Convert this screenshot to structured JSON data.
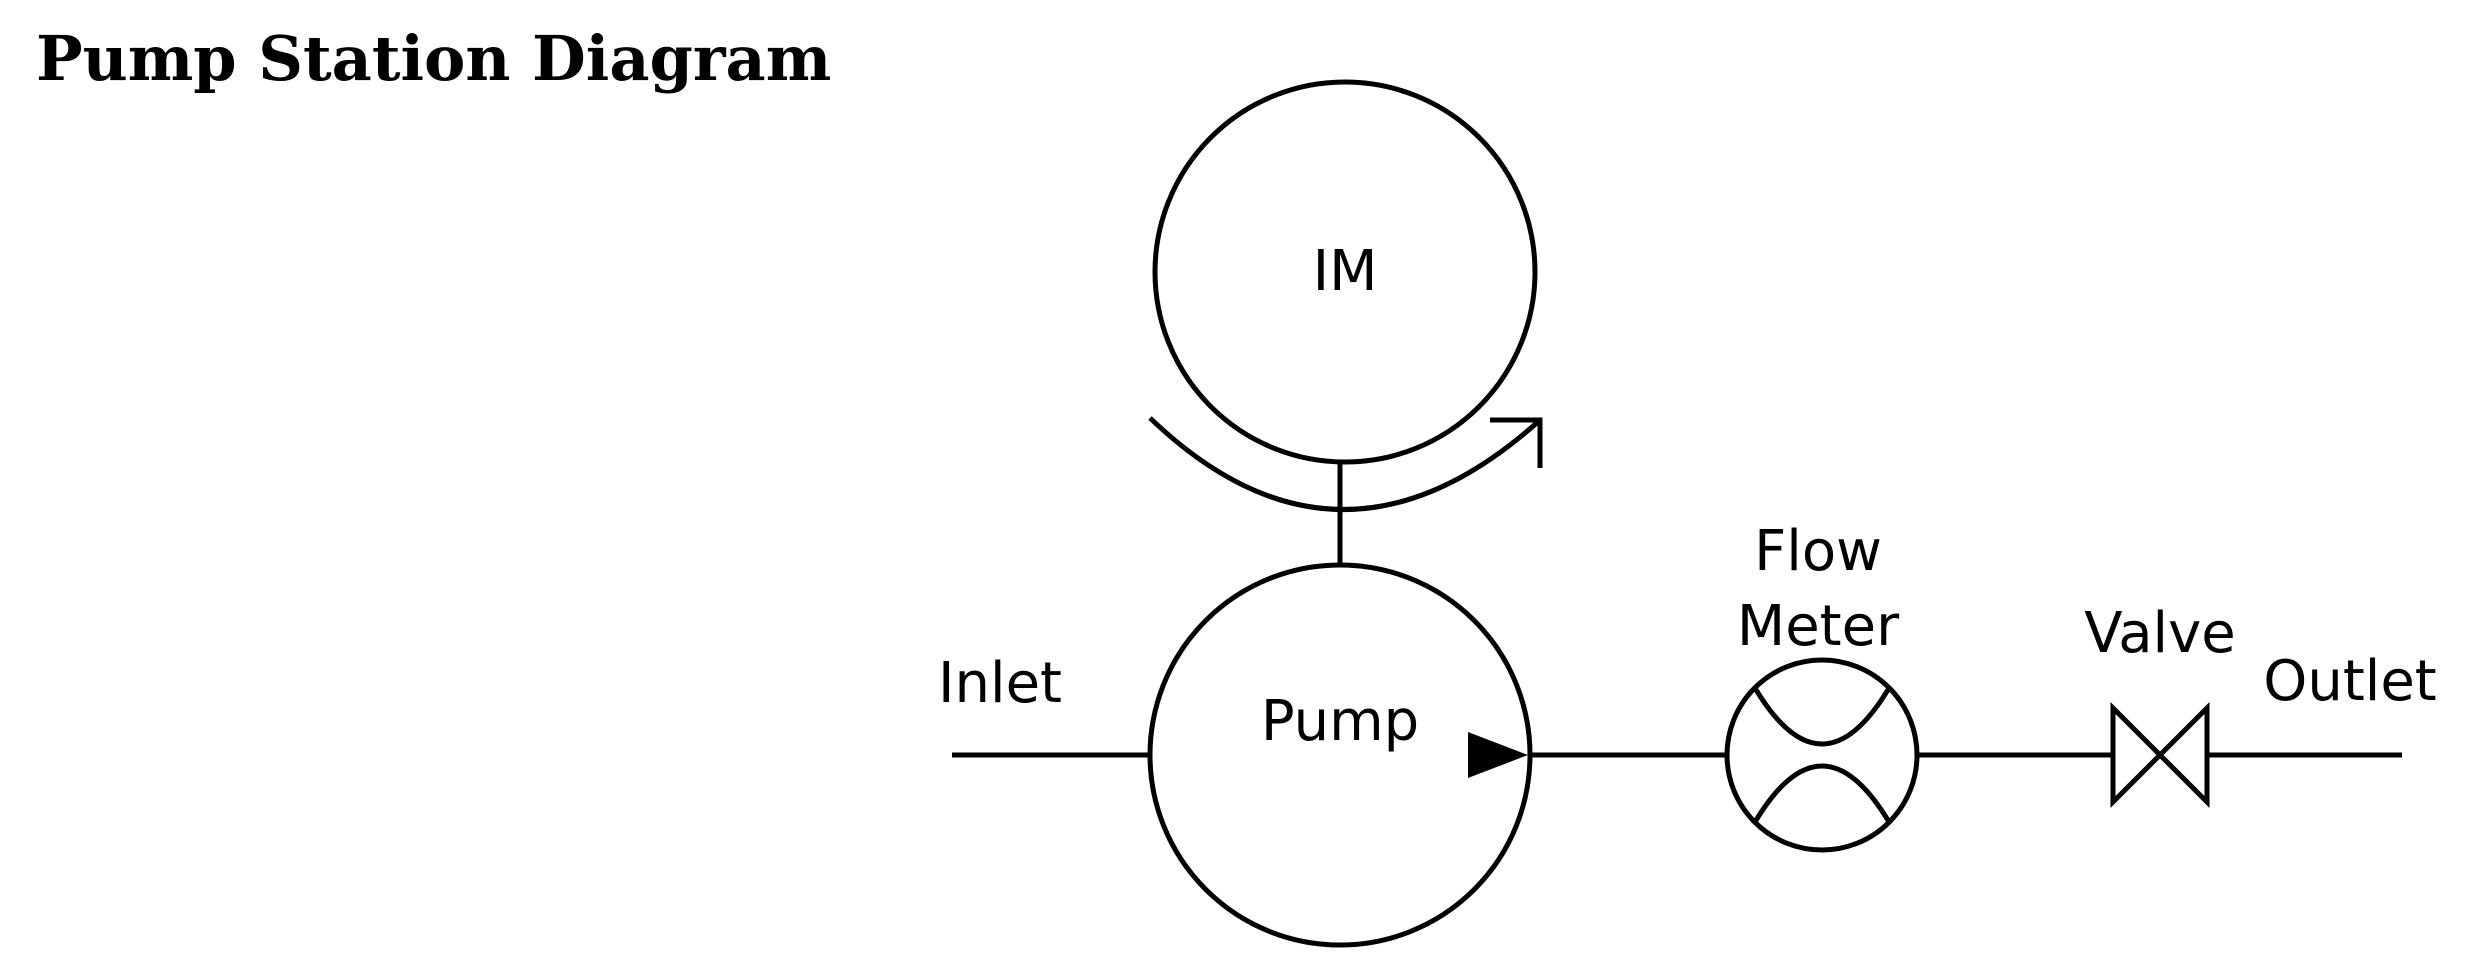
{
  "title": "Pump Station Diagram",
  "labels": {
    "motor": "IM",
    "pump": "Pump",
    "inlet": "Inlet",
    "flow_meter_line1": "Flow",
    "flow_meter_line2": "Meter",
    "valve": "Valve",
    "outlet": "Outlet"
  }
}
